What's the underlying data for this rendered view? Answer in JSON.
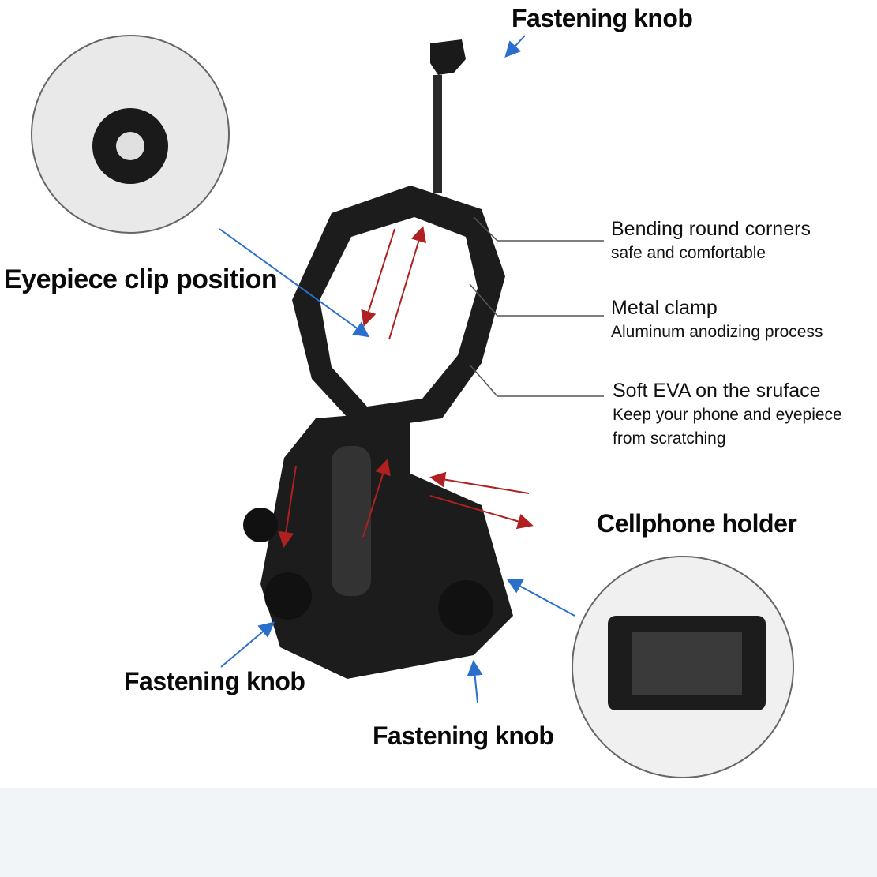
{
  "labels": {
    "top_knob": "Fastening knob",
    "eyepiece_clip": "Eyepiece clip position",
    "cellphone_holder": "Cellphone holder",
    "left_knob": "Fastening knob",
    "bottom_knob": "Fastening knob"
  },
  "features": [
    {
      "title": "Bending round corners",
      "subtitle": "safe and comfortable"
    },
    {
      "title": "Metal clamp",
      "subtitle": "Aluminum anodizing process"
    },
    {
      "title": "Soft EVA on the sruface",
      "subtitle": "Keep your phone and eyepiece from scratching"
    }
  ],
  "colors": {
    "pointer_arrow": "#2a6fc9",
    "motion_arrow": "#b02020",
    "product_body": "#1c1c1c",
    "bottom_band": "#f2f5f8"
  }
}
